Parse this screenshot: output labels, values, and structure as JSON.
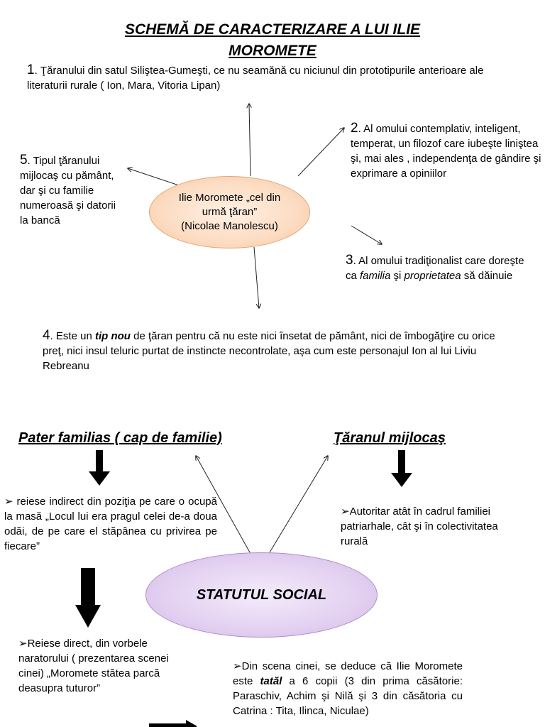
{
  "title": {
    "line1": "SCHEMĂ DE CARACTERIZARE A LUI ILIE",
    "line2": "MOROMETE"
  },
  "traits": {
    "t1": {
      "num": "1",
      "text": ". Ţăranului din satul Siliştea-Gumeşti, ce nu seamănă cu niciunul din prototipurile anterioare ale literaturii rurale ( Ion, Mara, Vitoria Lipan)"
    },
    "t2": {
      "num": "2",
      "text": ". Al omului contemplativ, inteligent, temperat, un filozof care iubeşte liniştea şi, mai ales , independenţa de gândire şi exprimare a opiniilor"
    },
    "t3": {
      "num": "3",
      "pre": ". Al omului tradiţionalist care doreşte ca ",
      "em1": "familia",
      "mid": " şi ",
      "em2": "proprietatea",
      "post": " să dăinuie"
    },
    "t4": {
      "num": "4",
      "pre": ". Este un ",
      "em": "tip nou",
      "post": " de ţăran pentru că nu este nici însetat de pământ, nici de îmbogăţire cu orice preţ, nici insul teluric purtat de instincte necontrolate, aşa cum este personajul Ion al lui Liviu Rebreanu"
    },
    "t5": {
      "num": "5",
      "text": ". Tipul ţăranului mijlocaş cu pământ, dar şi cu familie numeroasă şi datorii la bancă"
    }
  },
  "center1": {
    "line1": "Ilie Moromete „cel din",
    "line2": "urmă ţăran”",
    "line3": "(Nicolae Manolescu)"
  },
  "section2": {
    "heading_left": "Pater familias ( cap de familie)",
    "heading_right": "Ţăranul mijlocaş",
    "center": "STATUTUL SOCIAL",
    "bullet_left1": "reiese indirect din poziţia pe care o ocupă la masă „Locul lui era pragul celei de-a doua odăi, de pe care  el stăpânea cu privirea pe fiecare”",
    "bullet_right1": "Autoritar atât în cadrul familiei patriarhale, cât şi în colectivitatea rurală",
    "bullet_left2": "Reiese direct, din vorbele naratorului           ( prezentarea scenei cinei) „Moromete stătea parcă deasupra tuturor”",
    "bullet_right2_pre": "Din scena cinei, se deduce că Ilie Moromete este ",
    "bullet_right2_em": "tatăl",
    "bullet_right2_post": " a 6 copii (3 din prima căsătorie: Paraschiv, Achim şi Nilă şi 3 din căsătoria cu Catrina : Tita, Ilinca, Niculae)"
  },
  "bullet_symbol": "➢"
}
